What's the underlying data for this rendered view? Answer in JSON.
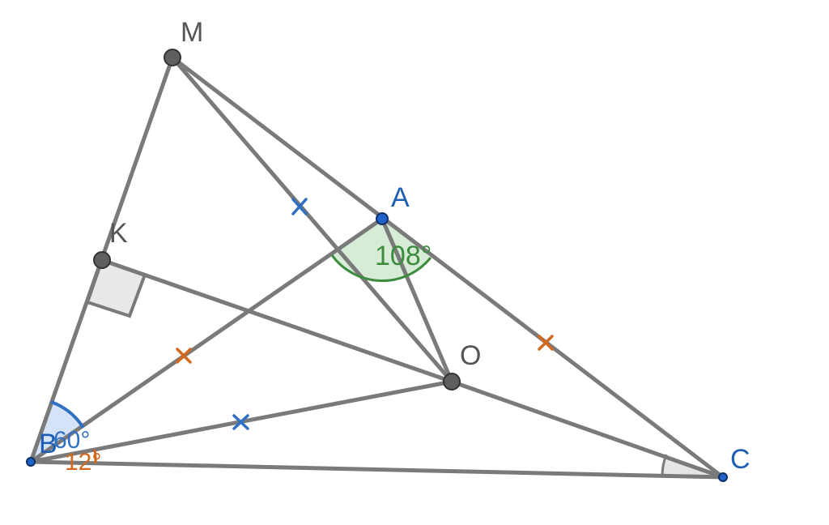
{
  "colors": {
    "line": "#7a7a7a",
    "point_dark": "#5f5f5f",
    "point_blue": "#1f63c9",
    "label_dark": "#555555",
    "label_blue": "#1f5fb3",
    "angle_green": "#3d8c3d",
    "angle_green_fill": "#d6ecd6",
    "angle_blue": "#2f6fc4",
    "angle_blue_fill": "#d4e3f7",
    "angle_orange": "#d2691e",
    "tick_blue": "#2f6fc4",
    "tick_orange": "#d2691e"
  },
  "points": {
    "M": "M",
    "A": "A",
    "K": "K",
    "O": "O",
    "B": "B",
    "C": "C"
  },
  "angles": {
    "A": "108°",
    "B_outer": "60°",
    "B_inner": "12°"
  }
}
